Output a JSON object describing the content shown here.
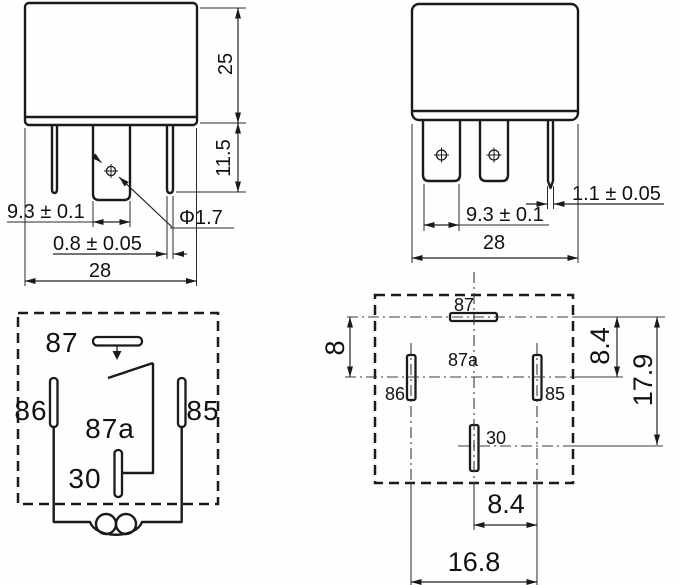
{
  "front_view": {
    "dims": {
      "body_height": "25",
      "pin_length": "11.5",
      "pin_width": "9.3 ± 0.1",
      "pin_thickness": "0.8 ± 0.05",
      "body_width": "28",
      "hole_diameter": "Φ1.7"
    }
  },
  "side_view": {
    "dims": {
      "pin_thickness": "1.1 ± 0.05",
      "pin_width": "9.3 ± 0.1",
      "body_width": "28"
    }
  },
  "schematic": {
    "labels": {
      "pin_87": "87",
      "pin_86": "86",
      "pin_85": "85",
      "pin_87a": "87a",
      "pin_30": "30"
    }
  },
  "bottom_view": {
    "labels": {
      "pin_87": "87",
      "pin_87a": "87a",
      "pin_86": "86",
      "pin_85": "85",
      "pin_30": "30"
    },
    "dims": {
      "row_86_offset": "8",
      "row_85_offset": "8.4",
      "row_30_offset": "17.9",
      "half_span": "8.4",
      "full_span": "16.8"
    }
  },
  "colors": {
    "line": "#1a1a1a",
    "background": "#ffffff"
  }
}
